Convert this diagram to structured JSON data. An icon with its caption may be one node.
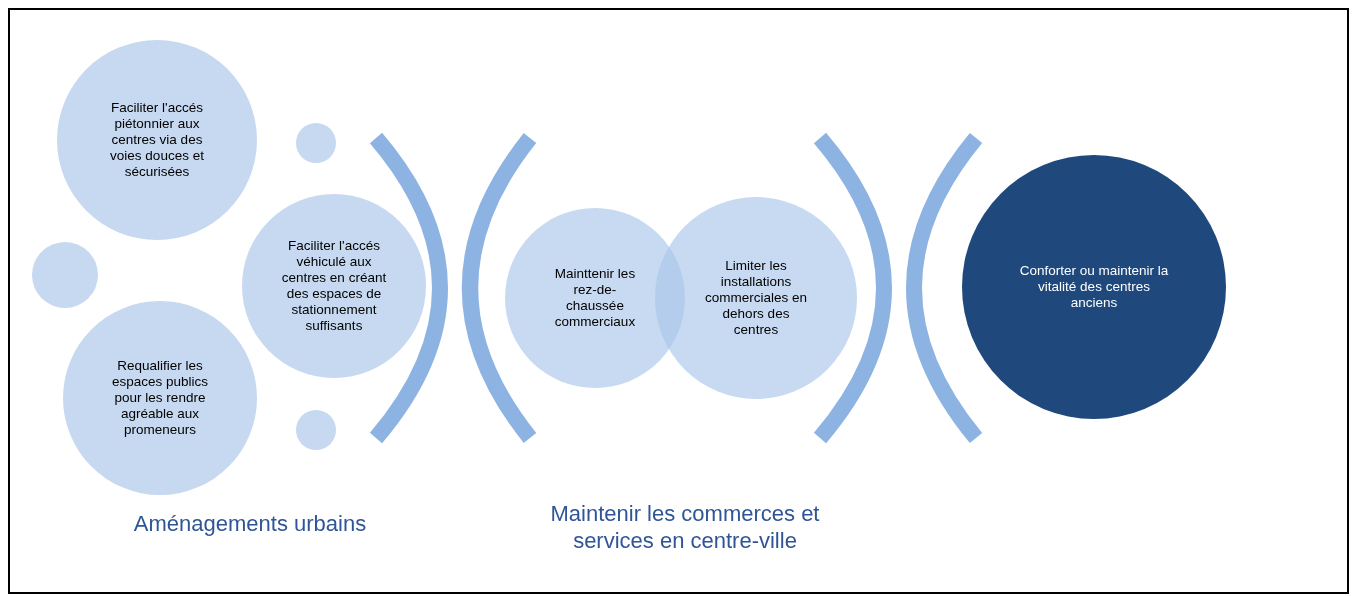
{
  "diagram": {
    "nodes": [
      {
        "text": [
          "Faciliter l'accés piétonnier aux centres via des voies douces et sécurisées"
        ]
      },
      {
        "text": [],
        "shape": "circle"
      },
      {
        "text": [
          "Requalifier les espaces publics pour les rendre agréable aux promeneurs"
        ]
      },
      {
        "text": [],
        "shape": "circle"
      },
      {
        "text": [
          "Faciliter l'accés véhiculé aux centres en créant des espaces de stationnement suffisants"
        ]
      },
      {
        "text": [],
        "shape": "circle"
      },
      {
        "text": [
          "Mainttenir les rez-de-chaussée commerciaux"
        ]
      },
      {
        "text": [
          "Limiter les installations commerciales en dehors des centres"
        ]
      },
      {
        "text": [
          "Conforter ou maintenir la vitalité des centres anciens"
        ]
      }
    ],
    "labels": [
      "Aménagements urbains",
      "Maintenir les commerces et services en centre-ville"
    ]
  }
}
